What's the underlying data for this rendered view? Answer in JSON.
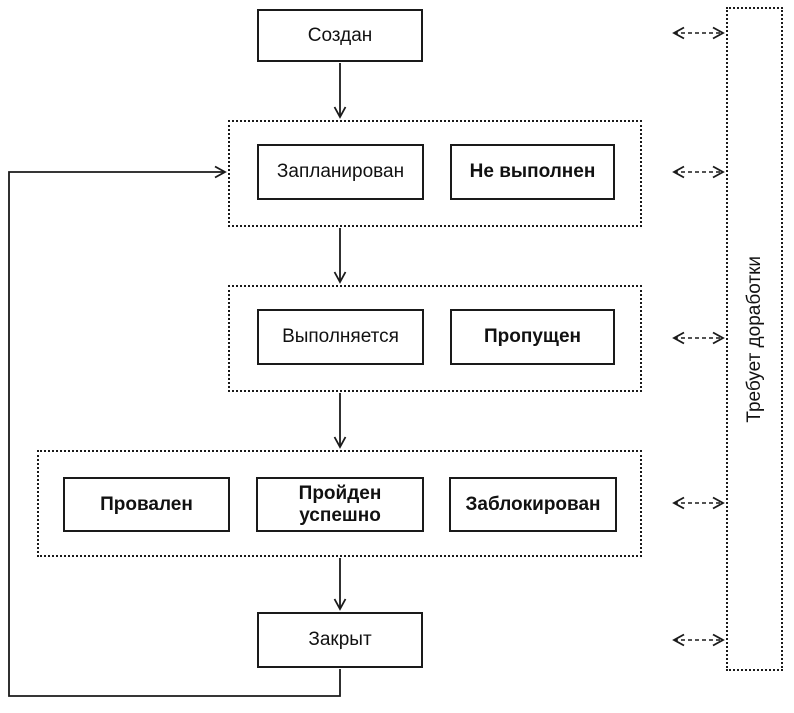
{
  "diagram": {
    "background_color": "#ffffff",
    "line_color": "#1a1a1a",
    "nodes": {
      "created": {
        "label": "Создан"
      },
      "planned": {
        "label": "Запланирован"
      },
      "not_executed": {
        "label": "Не выполнен"
      },
      "in_progress": {
        "label": "Выполняется"
      },
      "skipped": {
        "label": "Пропущен"
      },
      "failed": {
        "label": "Провален"
      },
      "passed": {
        "label": "Пройден успешно"
      },
      "blocked": {
        "label": "Заблокирован"
      },
      "closed": {
        "label": "Закрыт"
      },
      "rework": {
        "label": "Требует доработки"
      }
    },
    "edges": [
      {
        "from": "created",
        "to": "planned-group",
        "style": "solid-arrow"
      },
      {
        "from": "planned-group",
        "to": "in-progress-group",
        "style": "solid-arrow"
      },
      {
        "from": "in-progress-group",
        "to": "result-group",
        "style": "solid-arrow"
      },
      {
        "from": "result-group",
        "to": "closed",
        "style": "solid-arrow"
      },
      {
        "from": "closed",
        "to": "planned-group",
        "style": "solid-arrow-loop"
      },
      {
        "from": "created",
        "to": "rework",
        "style": "dashed-double-arrow"
      },
      {
        "from": "planned-group",
        "to": "rework",
        "style": "dashed-double-arrow"
      },
      {
        "from": "in-progress-group",
        "to": "rework",
        "style": "dashed-double-arrow"
      },
      {
        "from": "result-group",
        "to": "rework",
        "style": "dashed-double-arrow"
      },
      {
        "from": "closed",
        "to": "rework",
        "style": "dashed-double-arrow"
      }
    ]
  }
}
